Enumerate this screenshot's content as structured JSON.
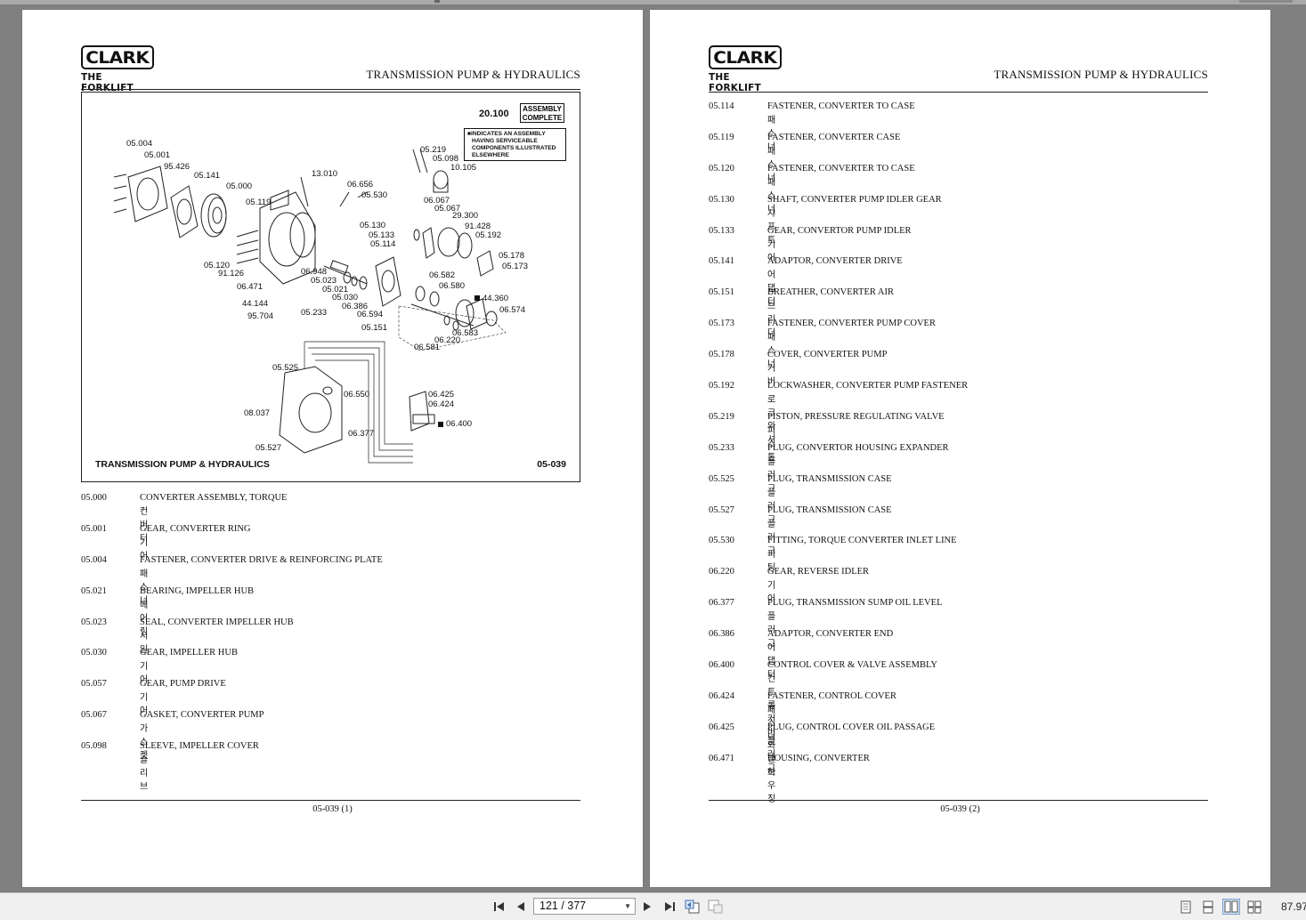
{
  "pages": [
    {
      "logo_text": "CLARK",
      "logo_sub": "THE FORKLIFT",
      "title": "TRANSMISSION PUMP & HYDRAULICS",
      "figure": {
        "caption": "TRANSMISSION PUMP & HYDRAULICS",
        "number": "05-039",
        "assembly_num": "20.100",
        "assembly_label_line1": "ASSEMBLY",
        "assembly_label_line2": "COMPLETE",
        "note_line1": "■INDICATES AN ASSEMBLY",
        "note_line2": "HAVING SERVICEABLE",
        "note_line3": "COMPONENTS ILLUSTRATED",
        "note_line4": "ELSEWHERE",
        "callouts": [
          "05.004",
          "05.001",
          "95.426",
          "05.141",
          "05.000",
          "05.119",
          "13.010",
          "06.656",
          "05.530",
          "05.219",
          "05.098",
          "10.105",
          "06.067",
          "05.067",
          "29.300",
          "91.428",
          "05.192",
          "05.178",
          "05.173",
          "05.130",
          "05.133",
          "05.114",
          "05.120",
          "91.126",
          "06.471",
          "06.948",
          "05.023",
          "05.021",
          "05.030",
          "06.386",
          "06.594",
          "05.151",
          "06.582",
          "06.580",
          "44.360",
          "06.574",
          "06.583",
          "06.220",
          "06.581",
          "44.144",
          "95.704",
          "05.233",
          "05.525",
          "06.550",
          "08.037",
          "06.377",
          "05.527",
          "06.425",
          "06.424",
          "06.400"
        ]
      },
      "parts": [
        {
          "num": "05.000",
          "desc": "CONVERTER ASSEMBLY, TORQUE",
          "ko": "컨버터"
        },
        {
          "num": "05.001",
          "desc": "GEAR, CONVERTER RING",
          "ko": "기어"
        },
        {
          "num": "05.004",
          "desc": "FASTENER, CONVERTER DRIVE & REINFORCING PLATE",
          "ko": "패스너"
        },
        {
          "num": "05.021",
          "desc": "BEARING, IMPELLER HUB",
          "ko": "베어링"
        },
        {
          "num": "05.023",
          "desc": "SEAL, CONVERTER IMPELLER HUB",
          "ko": "시일"
        },
        {
          "num": "05.030",
          "desc": "GEAR, IMPELLER HUB",
          "ko": "기어"
        },
        {
          "num": "05.057",
          "desc": "GEAR, PUMP DRIVE",
          "ko": "기어"
        },
        {
          "num": "05.067",
          "desc": "GASKET, CONVERTER PUMP",
          "ko": "가스켓"
        },
        {
          "num": "05.098",
          "desc": "SLEEVE, IMPELLER COVER",
          "ko": "슬리브"
        }
      ],
      "footer": "05-039 (1)"
    },
    {
      "logo_text": "CLARK",
      "logo_sub": "THE FORKLIFT",
      "title": "TRANSMISSION PUMP & HYDRAULICS",
      "parts": [
        {
          "num": "05.114",
          "desc": "FASTENER, CONVERTER TO CASE",
          "ko": "패스너"
        },
        {
          "num": "05.119",
          "desc": "FASTENER, CONVERTER CASE",
          "ko": "패스너"
        },
        {
          "num": "05.120",
          "desc": "FASTENER, CONVERTER TO CASE",
          "ko": "패스너"
        },
        {
          "num": "05.130",
          "desc": "SHAFT, CONVERTER PUMP IDLER GEAR",
          "ko": "샤프트"
        },
        {
          "num": "05.133",
          "desc": "GEAR, CONVERTOR PUMP IDLER",
          "ko": "기어"
        },
        {
          "num": "05.141",
          "desc": "ADAPTOR, CONVERTER DRIVE",
          "ko": "어댑터"
        },
        {
          "num": "05.151",
          "desc": "BREATHER, CONVERTER AIR",
          "ko": "브리더"
        },
        {
          "num": "05.173",
          "desc": "FASTENER, CONVERTER PUMP COVER",
          "ko": "패스너"
        },
        {
          "num": "05.178",
          "desc": "COVER, CONVERTER PUMP",
          "ko": "커버"
        },
        {
          "num": "05.192",
          "desc": "LOCKWASHER, CONVERTER PUMP FASTENER",
          "ko": "로크와셔"
        },
        {
          "num": "05.219",
          "desc": "PISTON, PRESSURE REGULATING VALVE",
          "ko": "피스톤"
        },
        {
          "num": "05.233",
          "desc": "PLUG, CONVERTOR HOUSING EXPANDER",
          "ko": "플러그"
        },
        {
          "num": "05.525",
          "desc": "PLUG, TRANSMISSION CASE",
          "ko": "플러그"
        },
        {
          "num": "05.527",
          "desc": "PLUG, TRANSMISSION CASE",
          "ko": "플러그"
        },
        {
          "num": "05.530",
          "desc": "FITTING, TORQUE CONVERTER INLET LINE",
          "ko": "피팅"
        },
        {
          "num": "06.220",
          "desc": "GEAR, REVERSE IDLER",
          "ko": "기어"
        },
        {
          "num": "06.377",
          "desc": "PLUG, TRANSMISSION SUMP OIL LEVEL",
          "ko": "플러그"
        },
        {
          "num": "06.386",
          "desc": "ADAPTOR, CONVERTER END",
          "ko": "어댑터"
        },
        {
          "num": "06.400",
          "desc": "CONTROL COVER & VALVE ASSEMBLY",
          "ko": "컨트롤커버와밸브"
        },
        {
          "num": "06.424",
          "desc": "FASTENER, CONTROL COVER",
          "ko": "패스너"
        },
        {
          "num": "06.425",
          "desc": "PLUG, CONTROL COVER OIL PASSAGE",
          "ko": "플러그"
        },
        {
          "num": "06.471",
          "desc": "HOUSING, CONVERTER",
          "ko": "하우징"
        }
      ],
      "footer": "05-039 (2)"
    }
  ],
  "toolbar": {
    "page_indicator": "121 / 377",
    "zoom": "87.97",
    "first_icon": "first-page-icon",
    "prev_icon": "prev-page-icon",
    "next_icon": "next-page-icon",
    "last_icon": "last-page-icon"
  }
}
